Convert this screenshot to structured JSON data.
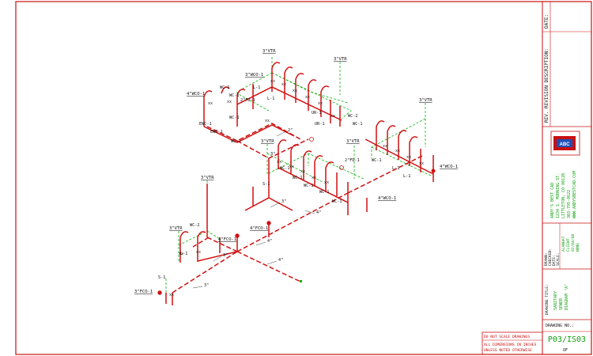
{
  "colors": {
    "border": "#c81010",
    "waste_pipe": "#d01010",
    "vent_pipe": "#10b010",
    "label_text": "#111111",
    "title_text": "#10a010"
  },
  "revision_block": {
    "date_label": "DATE:",
    "rev_label": "REV. REVISION DESCRIPTION:"
  },
  "company_block": {
    "logo_text": "ABC",
    "lines": [
      "ANDY'S BEST CAD",
      "1234 S. MORNING ST.",
      "LITTLETON, CO 80120",
      "303-795-8622",
      "WWW.ANDYSBESTCAD.COM"
    ]
  },
  "info_block": {
    "labels": [
      "DRAWN:",
      "CHECKED:",
      "DATE:",
      "SCALE:"
    ],
    "values": [
      "ALANHAT",
      "CLIENT",
      "02/04/08",
      "NONE"
    ]
  },
  "drawing_title_block": {
    "label": "DRAWING TITLE:",
    "lines": [
      "SANITARY",
      "SEWER",
      "DIAGRAM \"A\""
    ]
  },
  "drawing_no_block": {
    "label": "DRAWING NO.:",
    "number": "P03/IS03",
    "of_label": "OF"
  },
  "notes": {
    "do_not_scale": "DO NOT SCALE DRAWINGS",
    "dimensions_line1": "ALL DIMENSIONS IN INCHES",
    "dimensions_line2": "UNLESS NOTED OTHERWISE"
  },
  "diagram_labels": {
    "vtr": [
      "3\"VTR",
      "3\"VTR",
      "3\"VTR",
      "3\"VTR",
      "3\"VTR",
      "3\"VTR",
      "3\"VTR"
    ],
    "wco": [
      "3\"WCO-1",
      "4\"WCO-1",
      "4\"WCO-1",
      "4\"WCO-1"
    ],
    "fixtures": [
      "WC-2",
      "WC-1",
      "EWC-1",
      "EWC-1",
      "WC-1",
      "WC-1",
      "L-1",
      "L-1",
      "UR-1",
      "UR-1",
      "WC-2",
      "WC-1",
      "2\"FD-1",
      "2\"FD-1",
      "WC-1",
      "WC-1",
      "WC-1",
      "WC-1",
      "WC-1",
      "WC-1",
      "L-1",
      "L-1",
      "S-1",
      "WC-2",
      "L-1",
      "S-1"
    ],
    "floor_cleanouts": [
      "4\"FCO-1",
      "4\"FCO-1",
      "3\"FCO-1"
    ],
    "pipe_sizes": [
      "2\"",
      "3\"",
      "3\"",
      "3\"",
      "3\"",
      "4\"",
      "4\"",
      "4\""
    ]
  }
}
